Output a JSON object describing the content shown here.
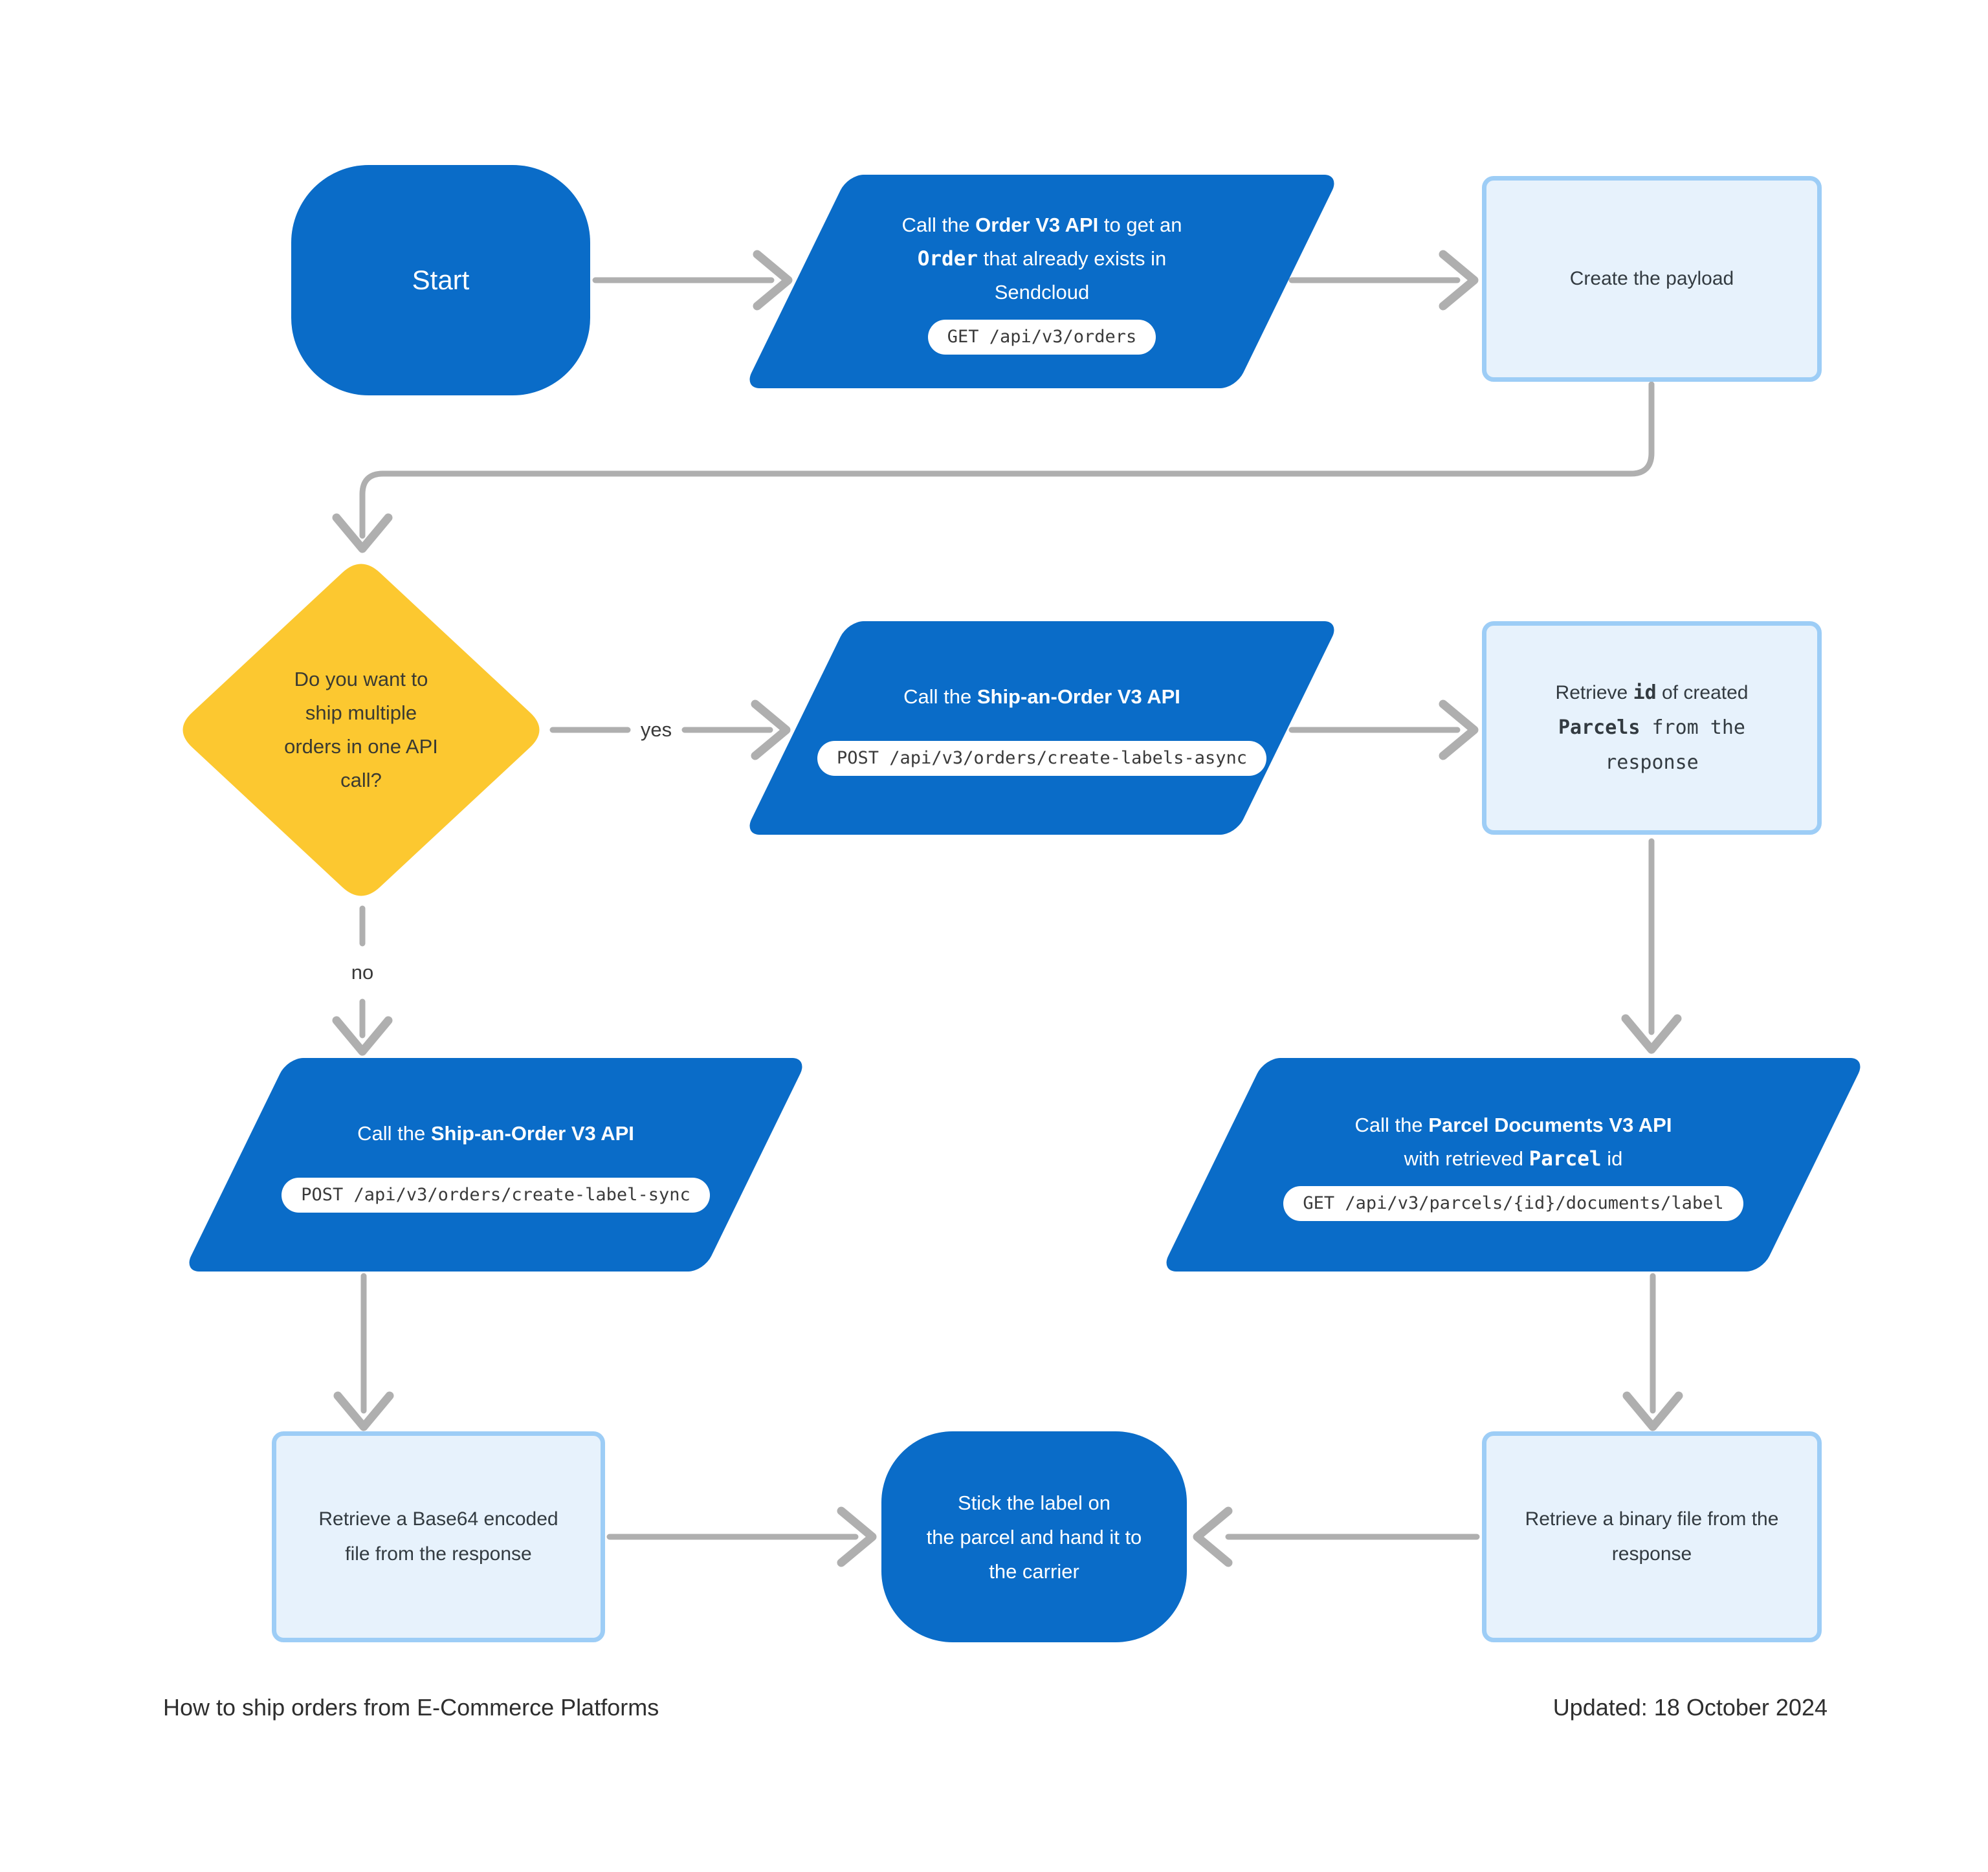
{
  "colors": {
    "node_blue": "#0a6cc8",
    "process_fill": "#e7f2fc",
    "process_border": "#9dcdf6",
    "decision_yellow": "#fcc830",
    "arrow_gray": "#afafaf",
    "dark_text": "#333b41",
    "diamond_text": "#3a3a32",
    "badge_text": "#3a3a3a",
    "white_text": "#ffffff"
  },
  "nodes": {
    "start": {
      "label": "Start"
    },
    "get_order": {
      "lines": [
        [
          {
            "t": "Call the "
          },
          {
            "t": "Order V3 API",
            "b": true
          },
          {
            "t": " to get an"
          }
        ],
        [
          {
            "t": "Order",
            "mb": true
          },
          {
            "t": " that already exists in"
          }
        ],
        [
          {
            "t": "Sendcloud"
          }
        ]
      ],
      "badge": "GET /api/v3/orders"
    },
    "create_payload": {
      "lines": [
        [
          {
            "t": "Create the payload"
          }
        ]
      ]
    },
    "decision": {
      "lines": [
        [
          {
            "t": "Do you want to"
          }
        ],
        [
          {
            "t": "ship multiple"
          }
        ],
        [
          {
            "t": "orders in one API"
          }
        ],
        [
          {
            "t": "call?"
          }
        ]
      ]
    },
    "ship_order_async": {
      "lines": [
        [
          {
            "t": "Call the "
          },
          {
            "t": "Ship-an-Order V3 API",
            "b": true
          }
        ]
      ],
      "badge": "POST /api/v3/orders/create-labels-async"
    },
    "retrieve_parcel_ids": {
      "lines": [
        [
          {
            "t": "Retrieve "
          },
          {
            "t": "id",
            "mb": true
          },
          {
            "t": " of created"
          }
        ],
        [
          {
            "t": "Parcels",
            "mb": true
          },
          {
            "t": " from the",
            "m": true
          }
        ],
        [
          {
            "t": "response",
            "m": true
          }
        ]
      ]
    },
    "ship_order_sync": {
      "lines": [
        [
          {
            "t": "Call the "
          },
          {
            "t": "Ship-an-Order V3 API",
            "b": true
          }
        ]
      ],
      "badge": "POST /api/v3/orders/create-label-sync"
    },
    "parcel_documents": {
      "lines": [
        [
          {
            "t": "Call the "
          },
          {
            "t": "Parcel Documents V3 API",
            "b": true
          }
        ],
        [
          {
            "t": "with retrieved "
          },
          {
            "t": "Parcel",
            "mb": true
          },
          {
            "t": " id"
          }
        ]
      ],
      "badge": "GET /api/v3/parcels/{id}/documents/label"
    },
    "retrieve_base64": {
      "lines": [
        [
          {
            "t": "Retrieve a Base64 encoded"
          }
        ],
        [
          {
            "t": "file from the response"
          }
        ]
      ]
    },
    "stick_label": {
      "lines": [
        [
          {
            "t": "Stick the label on"
          }
        ],
        [
          {
            "t": "the parcel and hand it to"
          }
        ],
        [
          {
            "t": "the carrier"
          }
        ]
      ]
    },
    "retrieve_binary": {
      "lines": [
        [
          {
            "t": "Retrieve a binary file from the"
          }
        ],
        [
          {
            "t": "response"
          }
        ]
      ]
    }
  },
  "edges": {
    "yes_label": "yes",
    "no_label": "no"
  },
  "footer": {
    "left": "How to ship orders from E-Commerce Platforms",
    "right": "Updated: 18 October 2024"
  }
}
